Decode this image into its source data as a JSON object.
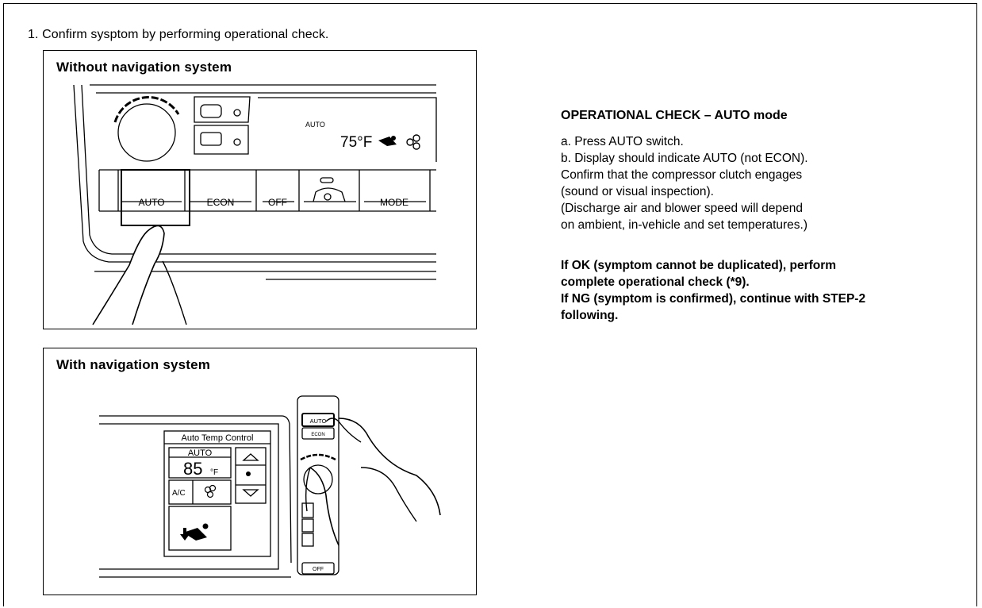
{
  "step_text": "1. Confirm sysptom by performing operational check.",
  "panel1": {
    "title": "Without navigation system",
    "display": {
      "mode": "AUTO",
      "temp": "75°F"
    },
    "buttons": [
      "AUTO",
      "ECON",
      "OFF",
      "MODE"
    ]
  },
  "panel2": {
    "title": "With navigation system",
    "screen": {
      "heading": "Auto Temp Control",
      "mode": "AUTO",
      "temp": "85",
      "unit": "°F",
      "ac": "A/C"
    },
    "side_buttons": {
      "auto": "AUTO",
      "econ": "ECON",
      "off": "OFF"
    }
  },
  "instructions": {
    "heading": "OPERATIONAL CHECK – AUTO mode",
    "lines": [
      "a. Press AUTO switch.",
      "b. Display should indicate AUTO (not ECON).",
      "Confirm that the compressor clutch engages",
      "(sound or visual inspection).",
      "(Discharge air and blower speed will depend",
      "on ambient, in-vehicle and set temperatures.)"
    ],
    "result_lines": [
      "If OK (symptom cannot be duplicated), perform",
      "complete operational check (*9).",
      "If NG (symptom is confirmed), continue with STEP-2",
      "following."
    ]
  }
}
